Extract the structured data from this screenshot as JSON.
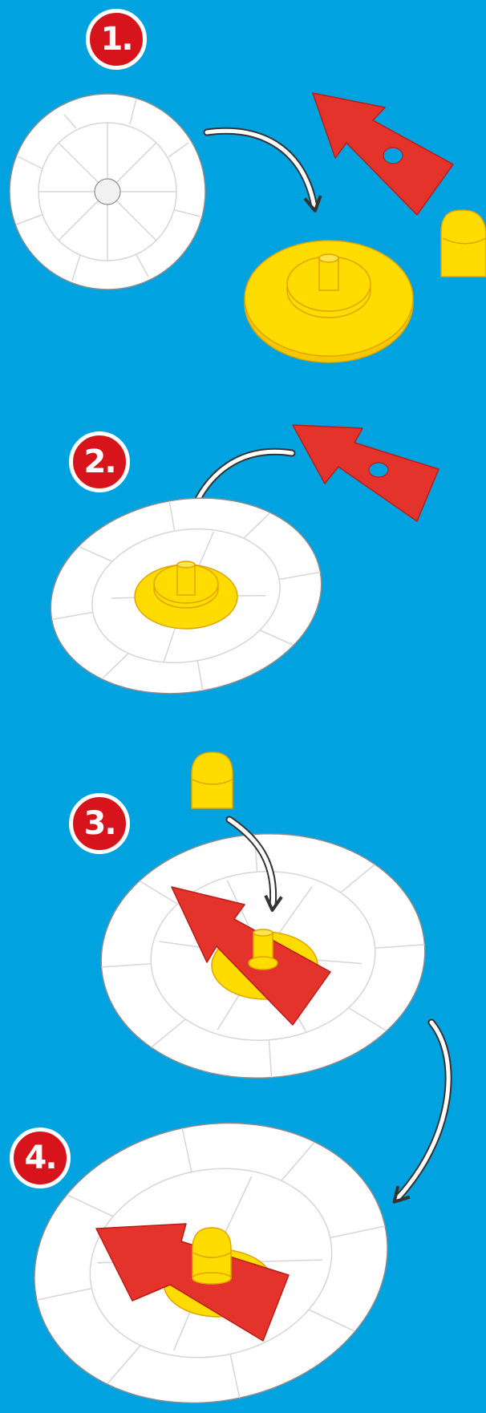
{
  "steps": [
    {
      "number": "1."
    },
    {
      "number": "2."
    },
    {
      "number": "3."
    },
    {
      "number": "4."
    }
  ],
  "colors": {
    "background": "#00a3e0",
    "badge": "#d7141b",
    "arrow_piece": "#e4332b",
    "spinner_yellow": "#ffdc00",
    "disc": "#ffffff",
    "disc_lines": "#d9d9d9"
  }
}
